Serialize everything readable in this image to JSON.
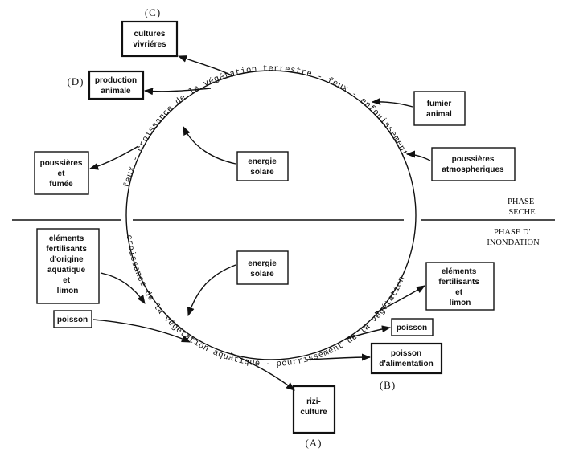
{
  "boxes": {
    "cultures": [
      "cultures",
      "vivriéres"
    ],
    "production": [
      "production",
      "animale"
    ],
    "fumier": [
      "fumier",
      "animal"
    ],
    "poussieres_atm": [
      "poussières",
      "atmospheriques"
    ],
    "poussieres_fumee": [
      "poussières",
      "et",
      "fumée"
    ],
    "energie_top": [
      "energie",
      "solare"
    ],
    "energie_bottom": [
      "energie",
      "solare"
    ],
    "elements_left": [
      "eléments",
      "fertilisants",
      "d'origine",
      "aquatique",
      "et",
      "limon"
    ],
    "poisson_left": [
      "poisson"
    ],
    "elements_right": [
      "eléments",
      "fertilisants",
      "et",
      "limon"
    ],
    "poisson_right": [
      "poisson"
    ],
    "poisson_alim": [
      "poisson",
      "d'alimentation"
    ],
    "rizi": [
      "rizi-",
      "culture"
    ]
  },
  "tags": {
    "a": "(A)",
    "b": "(B)",
    "c": "(C)",
    "d": "(D)"
  },
  "phases": {
    "seche": [
      "PHASE",
      "SECHE"
    ],
    "inondation": [
      "PHASE D'",
      "INONDATION"
    ]
  },
  "ring": {
    "top": "feux - croissance de la végétation terrestre - feux - enfouissement",
    "bottom": "croissance de la végétation aquatique  -  pourrissement de la végétation"
  }
}
